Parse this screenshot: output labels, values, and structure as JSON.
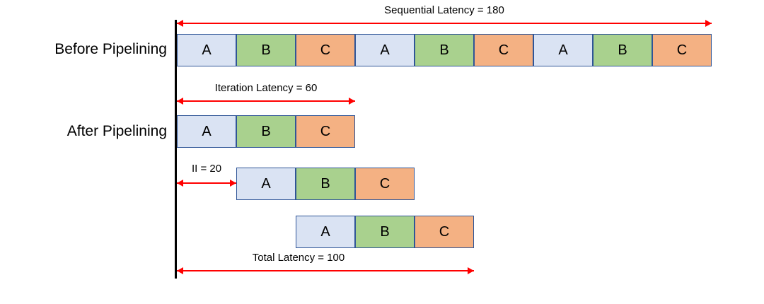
{
  "labels": {
    "before": "Before Pipelining",
    "after": "After Pipelining"
  },
  "annotations": {
    "sequential": "Sequential Latency = 180",
    "iteration": "Iteration Latency = 60",
    "ii": "II = 20",
    "total": "Total Latency = 100"
  },
  "rows": {
    "before": [
      "A",
      "B",
      "C",
      "A",
      "B",
      "C",
      "A",
      "B",
      "C"
    ],
    "after1": [
      "A",
      "B",
      "C"
    ],
    "after2": [
      "A",
      "B",
      "C"
    ],
    "after3": [
      "A",
      "B",
      "C"
    ]
  },
  "colors": {
    "stage_a_fill": "#dae3f3",
    "stage_b_fill": "#a9d18e",
    "stage_c_fill": "#f4b183",
    "block_border": "#2f5597",
    "arrow": "#ff0000",
    "timeline": "#000000"
  }
}
